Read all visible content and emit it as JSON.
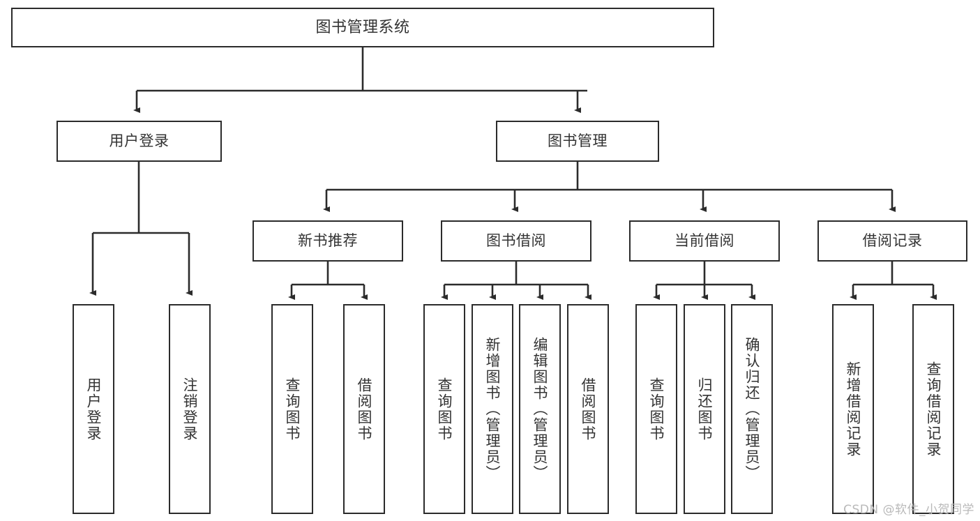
{
  "diagram": {
    "title": "图书管理系统",
    "type": "tree-hierarchy-diagram",
    "root": {
      "label": "图书管理系统"
    },
    "level2": [
      {
        "label": "用户登录"
      },
      {
        "label": "图书管理"
      }
    ],
    "level3": [
      {
        "label": "新书推荐"
      },
      {
        "label": "图书借阅"
      },
      {
        "label": "当前借阅"
      },
      {
        "label": "借阅记录"
      }
    ],
    "leaves": [
      {
        "label": "用户登录"
      },
      {
        "label": "注销登录"
      },
      {
        "label": "查询图书"
      },
      {
        "label": "借阅图书"
      },
      {
        "label": "查询图书"
      },
      {
        "label": "新增图书（管理员）"
      },
      {
        "label": "编辑图书（管理员）"
      },
      {
        "label": "借阅图书"
      },
      {
        "label": "查询图书"
      },
      {
        "label": "归还图书"
      },
      {
        "label": "确认归还（管理员）"
      },
      {
        "label": "新增借阅记录"
      },
      {
        "label": "查询借阅记录"
      }
    ]
  },
  "watermark": {
    "text": "CSDN @软件_小贺同学"
  },
  "colors": {
    "background": "#ffffff",
    "border": "#2b2b2b",
    "text": "#333333",
    "watermark": "#b9b9b9"
  }
}
